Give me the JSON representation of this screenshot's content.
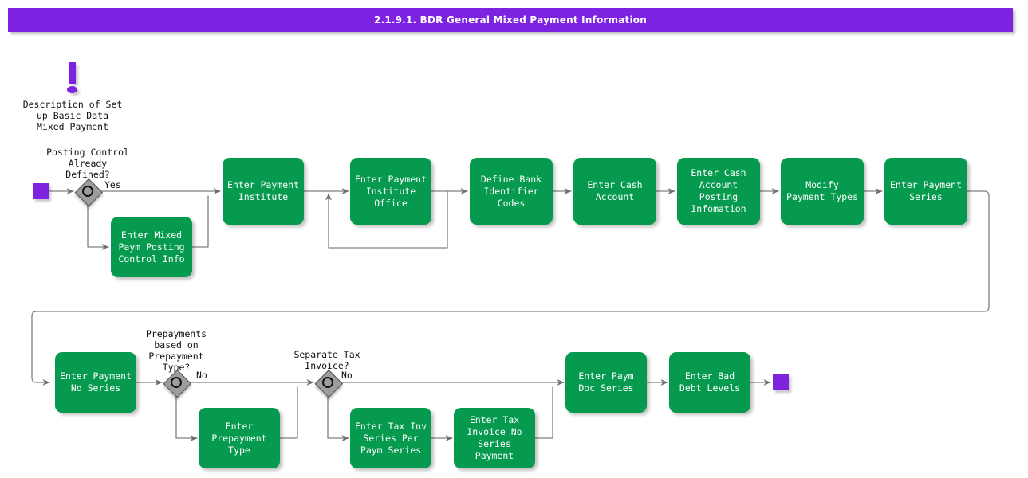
{
  "title": "2.1.9.1. BDR General Mixed Payment Information",
  "colors": {
    "header_purple": "#7d22e0",
    "task_green": "#069a4e",
    "gateway_gray": "#9d9d9d",
    "connector_gray": "#808080",
    "text_white": "#ffffff",
    "text_black": "#111111",
    "canvas": "#ffffff"
  },
  "annotation": {
    "icon": "exclamation-icon",
    "text": "Description of Set\nup Basic Data\nMixed Payment"
  },
  "events": {
    "start_label": "start-event",
    "end_label": "end-event"
  },
  "gateways": [
    {
      "id": "gw-posting-control",
      "label": "Posting Control\nAlready\nDefined?",
      "branch_label": "Yes"
    },
    {
      "id": "gw-prepayments",
      "label": "Prepayments\nbased on\nPrepayment\nType?",
      "branch_label": "No"
    },
    {
      "id": "gw-separate-tax",
      "label": "Separate Tax\nInvoice?",
      "branch_label": "No"
    }
  ],
  "tasks": [
    {
      "id": "enter-mixed-paym-posting-control-info",
      "label": "Enter Mixed\nPaym Posting\nControl Info"
    },
    {
      "id": "enter-payment-institute",
      "label": "Enter Payment\nInstitute"
    },
    {
      "id": "enter-payment-institute-office",
      "label": "Enter Payment\nInstitute Office"
    },
    {
      "id": "define-bank-identifier-codes",
      "label": "Define Bank\nIdentifier Codes"
    },
    {
      "id": "enter-cash-account",
      "label": "Enter Cash\nAccount"
    },
    {
      "id": "enter-cash-account-posting-infomation",
      "label": "Enter Cash\nAccount Posting\nInfomation"
    },
    {
      "id": "modify-payment-types",
      "label": "Modify Payment\nTypes"
    },
    {
      "id": "enter-payment-series",
      "label": "Enter Payment\nSeries"
    },
    {
      "id": "enter-payment-no-series",
      "label": "Enter Payment\nNo Series"
    },
    {
      "id": "enter-prepayment-type",
      "label": "Enter\nPrepayment\nType"
    },
    {
      "id": "enter-tax-inv-series-per-paym-series",
      "label": "Enter Tax Inv\nSeries Per Paym\nSeries"
    },
    {
      "id": "enter-tax-invoice-no-series-payment",
      "label": "Enter Tax\nInvoice No\nSeries Payment"
    },
    {
      "id": "enter-paym-doc-series",
      "label": "Enter Paym Doc\nSeries"
    },
    {
      "id": "enter-bad-debt-levels",
      "label": "Enter Bad Debt\nLevels"
    }
  ]
}
